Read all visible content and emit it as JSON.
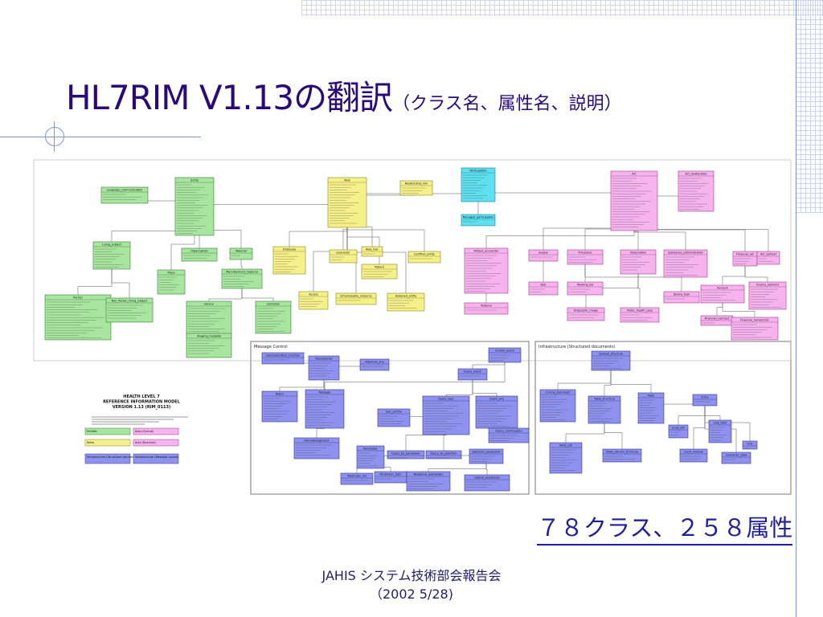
{
  "slide": {
    "title_main": "HL7RIM V1.13の翻訳",
    "title_sub": "（クラス名、属性名、説明）",
    "stats": "７８クラス、２５８属性",
    "footer_line1": "JAHIS システム技術部会報告会",
    "footer_line2": "（2002 5/28)"
  },
  "diagram": {
    "section_labels": {
      "message_control": "Message Control",
      "infrastructure": "Infrastructure (Structured documents)"
    },
    "legend": {
      "title": [
        "HEALTH LEVEL 7",
        "REFERENCE INFORMATION MODEL",
        "VERSION 1.13 (RIM_0113)"
      ],
      "keys": [
        "Entities",
        "Acts (Clinical)",
        "Roles",
        "Acts (Financial)",
        "Infrastructure (Structured documents)",
        "Infrastructure (Message control)"
      ]
    },
    "classes": [
      {
        "name": "Entity",
        "cat": "entity"
      },
      {
        "name": "Language_communication",
        "cat": "entity"
      },
      {
        "name": "Living_subject",
        "cat": "entity"
      },
      {
        "name": "Place",
        "cat": "entity"
      },
      {
        "name": "Organization",
        "cat": "entity"
      },
      {
        "name": "Material",
        "cat": "entity"
      },
      {
        "name": "Manufactured_material",
        "cat": "entity"
      },
      {
        "name": "Person",
        "cat": "entity"
      },
      {
        "name": "Non_Person_living_subject",
        "cat": "entity"
      },
      {
        "name": "Device",
        "cat": "entity"
      },
      {
        "name": "Container",
        "cat": "entity"
      },
      {
        "name": "Imaging_modality",
        "cat": "entity"
      },
      {
        "name": "Role",
        "cat": "role"
      },
      {
        "name": "Relationship_link",
        "cat": "role"
      },
      {
        "name": "Employee",
        "cat": "role"
      },
      {
        "name": "Guarantor",
        "cat": "role"
      },
      {
        "name": "Role_heir",
        "cat": "role"
      },
      {
        "name": "Certified_entity",
        "cat": "role"
      },
      {
        "name": "Patient",
        "cat": "role"
      },
      {
        "name": "Access",
        "cat": "role"
      },
      {
        "name": "Scheduleable_resource",
        "cat": "role"
      },
      {
        "name": "Assigned_entity",
        "cat": "role"
      },
      {
        "name": "Participation",
        "cat": "cyan"
      },
      {
        "name": "Managed_participation",
        "cat": "cyan"
      },
      {
        "name": "Act",
        "cat": "act"
      },
      {
        "name": "Act_relationship",
        "cat": "act"
      },
      {
        "name": "Patient_encounter",
        "cat": "act"
      },
      {
        "name": "Supply",
        "cat": "act"
      },
      {
        "name": "Procedure",
        "cat": "act"
      },
      {
        "name": "Observation",
        "cat": "act"
      },
      {
        "name": "Substance_administration",
        "cat": "act"
      },
      {
        "name": "Financial_act",
        "cat": "act"
      },
      {
        "name": "Act_context",
        "cat": "act"
      },
      {
        "name": "Diet",
        "cat": "act"
      },
      {
        "name": "Working_list",
        "cat": "act"
      },
      {
        "name": "Referral",
        "cat": "act"
      },
      {
        "name": "Diagnostic_image",
        "cat": "act"
      },
      {
        "name": "Public_health_case",
        "cat": "act"
      },
      {
        "name": "Device_task",
        "cat": "act"
      },
      {
        "name": "Account",
        "cat": "act"
      },
      {
        "name": "Invoice_element",
        "cat": "act"
      },
      {
        "name": "Financial_contract",
        "cat": "act"
      },
      {
        "name": "Financial_transaction",
        "cat": "act"
      },
      {
        "name": "Communication_function",
        "cat": "infra"
      },
      {
        "name": "Transmission",
        "cat": "infra"
      },
      {
        "name": "Attention_line",
        "cat": "infra"
      },
      {
        "name": "Batch",
        "cat": "infra"
      },
      {
        "name": "Message",
        "cat": "infra"
      },
      {
        "name": "Control_event",
        "cat": "infra"
      },
      {
        "name": "Query_event",
        "cat": "infra"
      },
      {
        "name": "Query_spec",
        "cat": "infra"
      },
      {
        "name": "Query_ack",
        "cat": "infra"
      },
      {
        "name": "Sort_control",
        "cat": "infra"
      },
      {
        "name": "Query_continuation",
        "cat": "infra"
      },
      {
        "name": "Acknowledgement",
        "cat": "infra"
      },
      {
        "name": "Parameter",
        "cat": "infra"
      },
      {
        "name": "Query_by_parameter",
        "cat": "infra"
      },
      {
        "name": "Query_by_selection",
        "cat": "infra"
      },
      {
        "name": "Selection_expression",
        "cat": "infra"
      },
      {
        "name": "Parameter_list",
        "cat": "infra"
      },
      {
        "name": "Parameter_item",
        "cat": "infra"
      },
      {
        "name": "Relational_expression",
        "cat": "infra"
      },
      {
        "name": "Logical_expression",
        "cat": "infra"
      },
      {
        "name": "Context_structure",
        "cat": "infra"
      },
      {
        "name": "Clinical_document",
        "cat": "infra"
      },
      {
        "name": "Table_structure",
        "cat": "infra"
      },
      {
        "name": "Table",
        "cat": "infra"
      },
      {
        "name": "Entry",
        "cat": "infra"
      },
      {
        "name": "Table_cell",
        "cat": "infra"
      },
      {
        "name": "Table_column_structure",
        "cat": "infra"
      },
      {
        "name": "Local_attr",
        "cat": "infra"
      },
      {
        "name": "Link_html",
        "cat": "infra"
      },
      {
        "name": "Local_markup",
        "cat": "infra"
      },
      {
        "name": "Character_data",
        "cat": "infra"
      },
      {
        "name": "Link",
        "cat": "infra"
      }
    ]
  }
}
